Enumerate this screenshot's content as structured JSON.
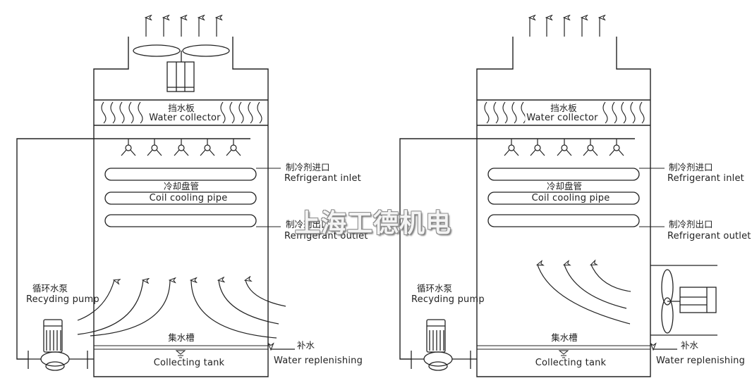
{
  "left_diagram": {
    "water_collector_cn": "挡水板",
    "water_collector_en": "Water collector",
    "refrigerant_inlet_cn": "制冷剂进口",
    "refrigerant_inlet_en": "Refrigerant inlet",
    "coil_cn": "冷却盘管",
    "coil_en": "Coil cooling pipe",
    "refrigerant_outlet_cn": "制冷剂出口",
    "refrigerant_outlet_en": "Refrigerant outlet",
    "pump_cn": "循环水泵",
    "pump_en": "Recyding pump",
    "sump_cn": "集水槽",
    "tank_en": "Collecting tank",
    "replenish_cn": "补水",
    "replenish_en": "Water replenishing"
  },
  "right_diagram": {
    "water_collector_cn": "挡水板",
    "water_collector_en": "Water collector",
    "refrigerant_inlet_cn": "制冷剂进口",
    "refrigerant_inlet_en": "Refrigerant inlet",
    "coil_cn": "冷却盘管",
    "coil_en": "Coil cooling pipe",
    "refrigerant_outlet_cn": "制冷剂出口",
    "refrigerant_outlet_en": "Refrigerant outlet",
    "pump_cn": "循环水泵",
    "pump_en": "Recyding pump",
    "sump_cn": "集水槽",
    "tank_en": "Collecting tank",
    "replenish_cn": "补水",
    "replenish_en": "Water replenishing"
  },
  "watermark": "上海工德机电",
  "colors": {
    "line": "#222222",
    "watermark_fill": "#f4f4f4",
    "watermark_outline": "#8c8c8c"
  }
}
